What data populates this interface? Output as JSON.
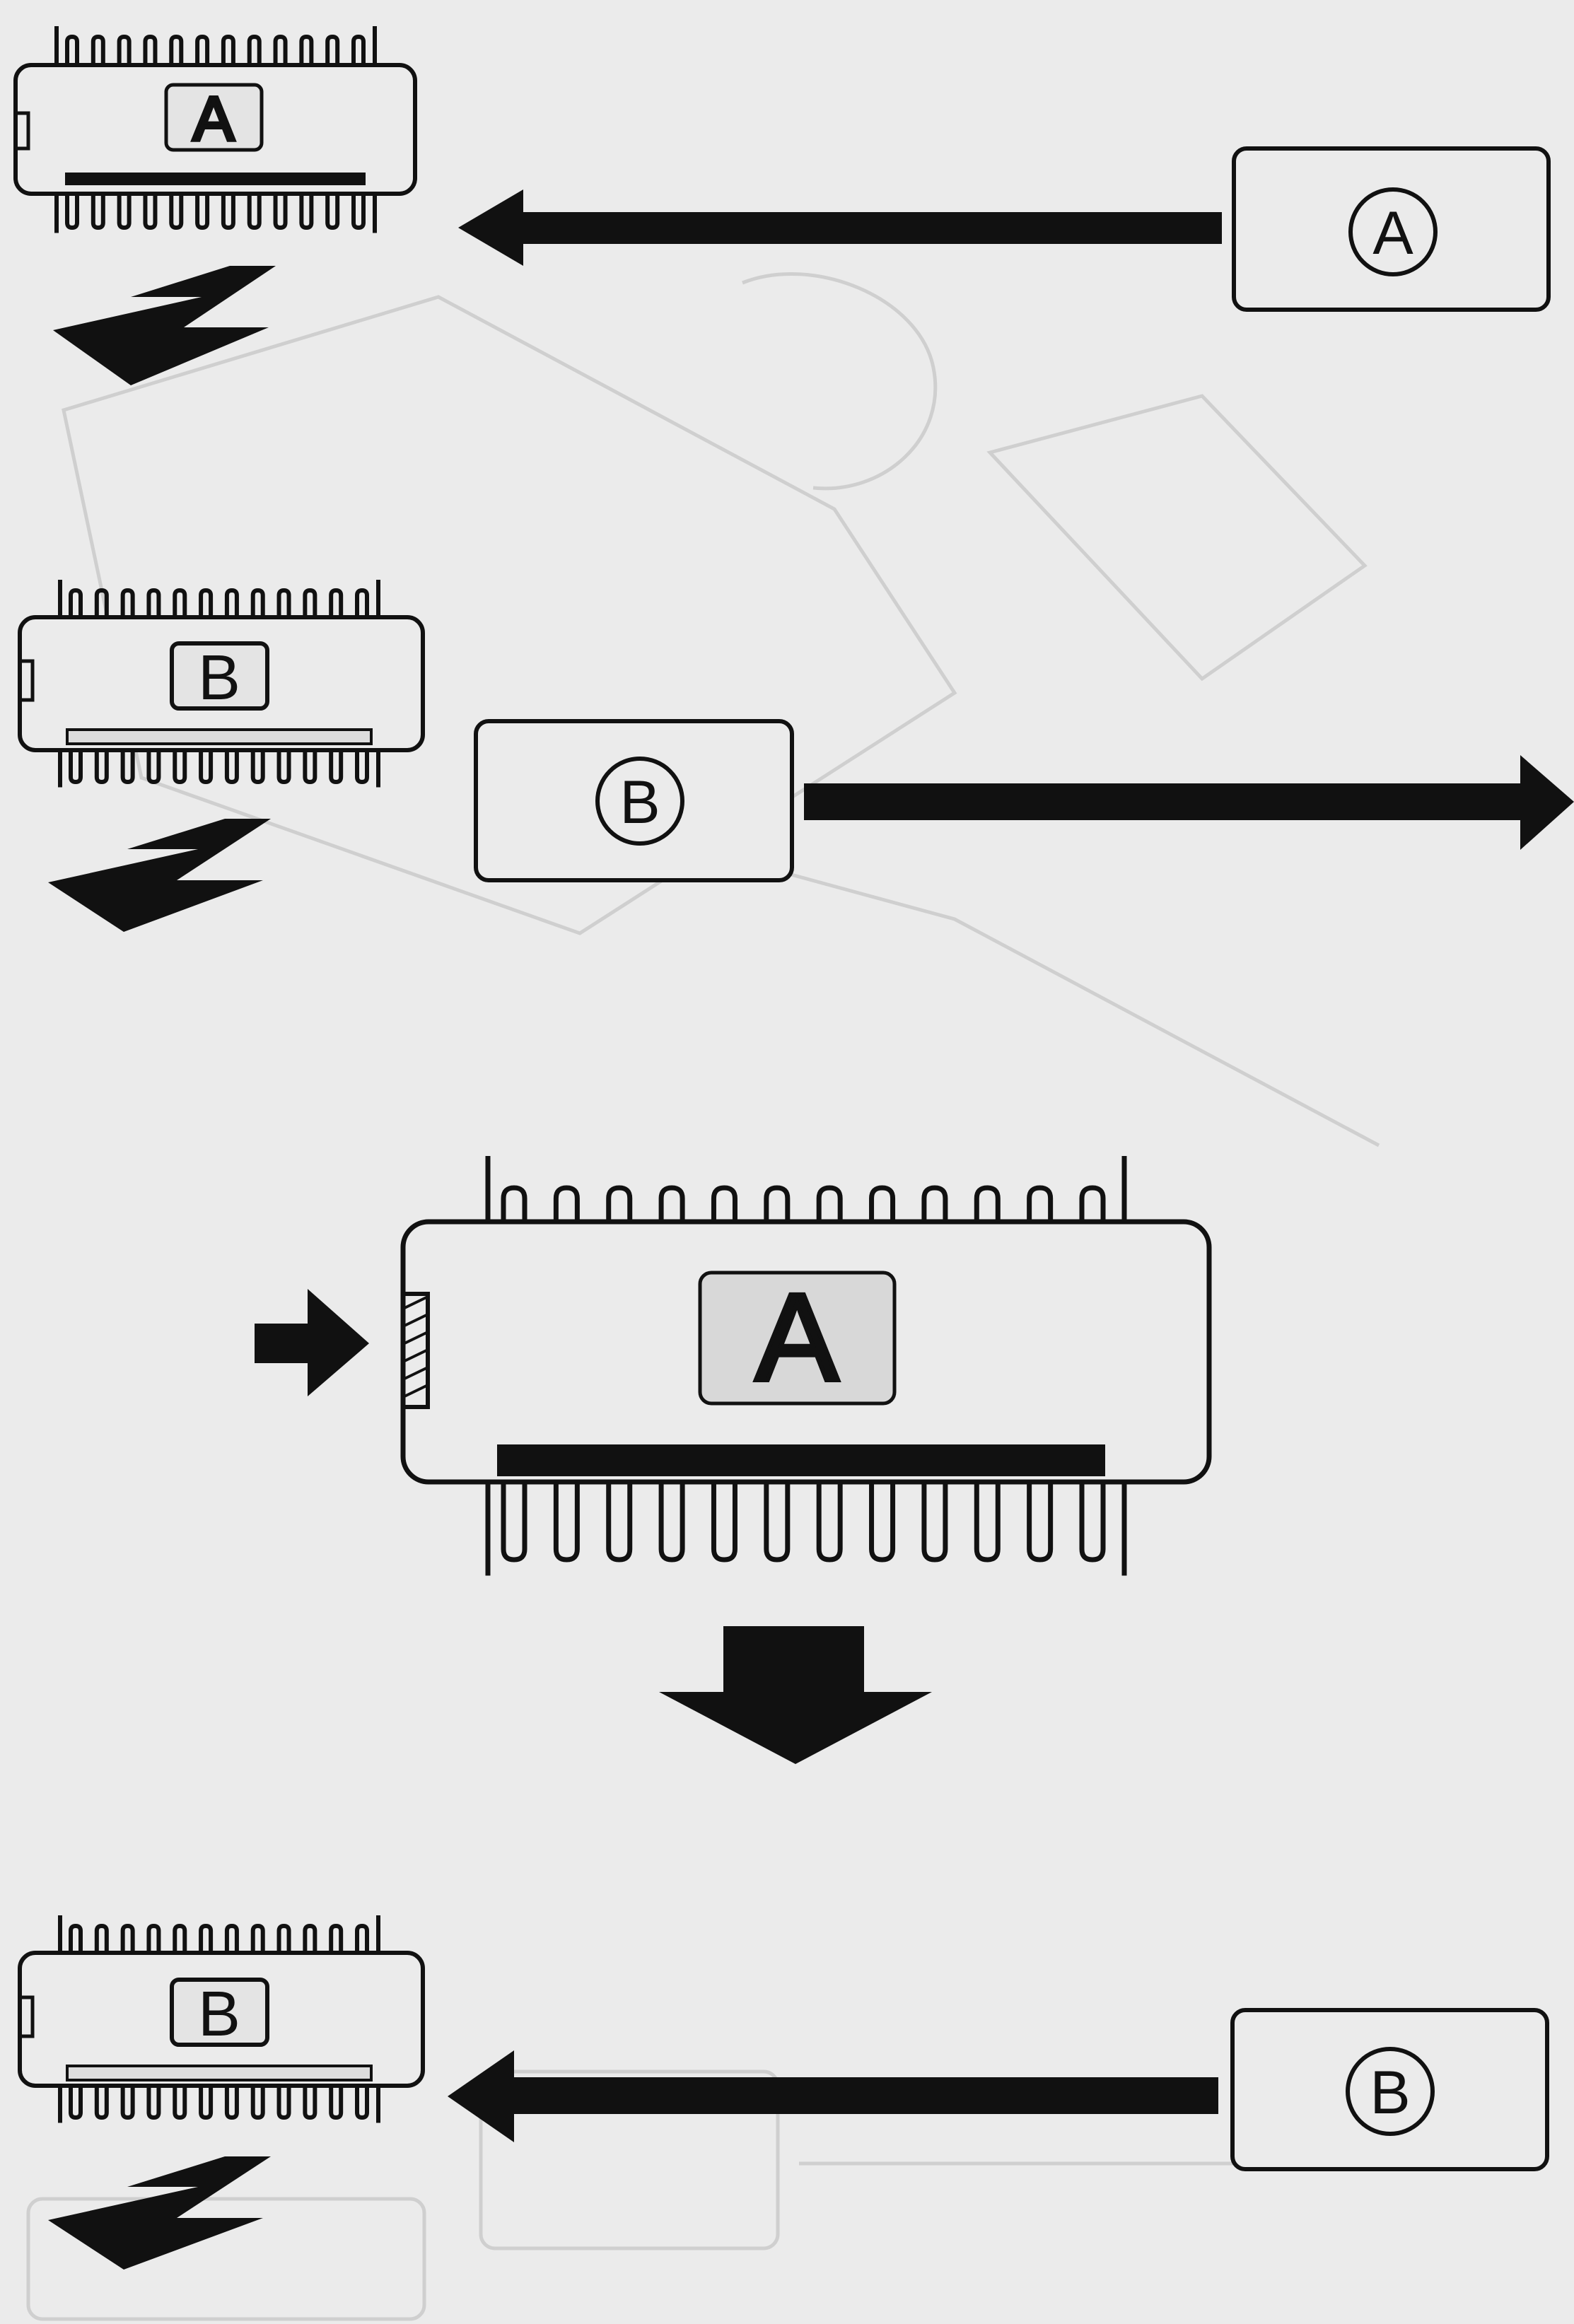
{
  "diagram": {
    "chip_labels": {
      "chip_a_small": "A",
      "chip_b_small_top": "B",
      "chip_a_large": "A",
      "chip_b_small_bottom": "B"
    },
    "panel_labels": {
      "panel_a": "A",
      "panel_b_middle": "B",
      "panel_b_bottom": "B"
    },
    "colors": {
      "ink": "#111111",
      "paper": "#ebebeb",
      "badge_fill": "#e4e4e4",
      "stripe_light": "#dddddd",
      "faded_background": "#cfcfcf"
    },
    "icons": [
      "left-arrow-icon",
      "right-arrow-icon",
      "down-arrow-icon",
      "insert-arrow-icon"
    ]
  }
}
